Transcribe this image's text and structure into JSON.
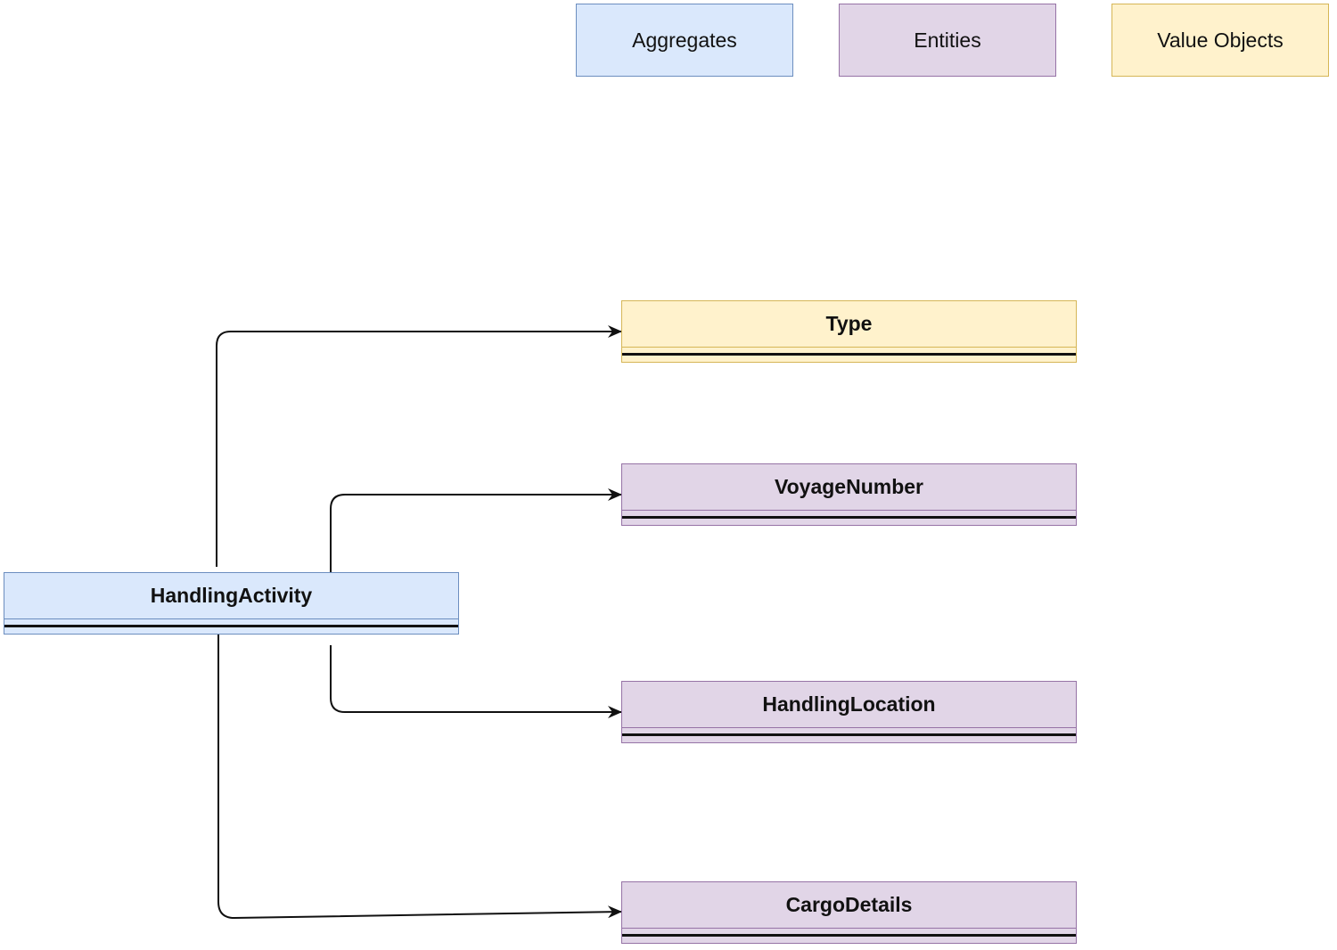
{
  "legend": {
    "aggregate_label": "Aggregates",
    "entity_label": "Entities",
    "value_object_label": "Value Objects"
  },
  "classes": {
    "handling_activity": "HandlingActivity",
    "type": "Type",
    "voyage_number": "VoyageNumber",
    "handling_location": "HandlingLocation",
    "cargo_details": "CargoDetails"
  },
  "colors": {
    "aggregate_fill": "#dae8fc",
    "aggregate_border": "#6c8ebf",
    "entity_fill": "#e1d5e7",
    "entity_border": "#9673a6",
    "value_object_fill": "#fff2cc",
    "value_object_border": "#d6b656",
    "connector": "#111111"
  },
  "relations": [
    {
      "from": "HandlingActivity",
      "to": "Type"
    },
    {
      "from": "HandlingActivity",
      "to": "VoyageNumber"
    },
    {
      "from": "HandlingActivity",
      "to": "HandlingLocation"
    },
    {
      "from": "HandlingActivity",
      "to": "CargoDetails"
    }
  ]
}
